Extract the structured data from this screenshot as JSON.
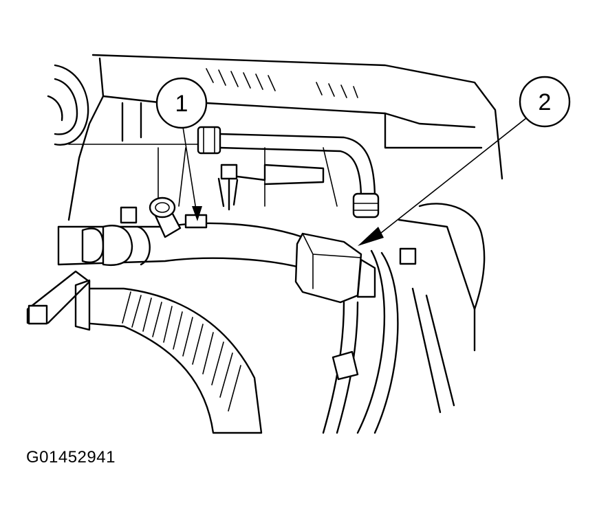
{
  "figure": {
    "id": "G01452941",
    "callouts": [
      {
        "number": "1"
      },
      {
        "number": "2"
      }
    ]
  },
  "colors": {
    "line": "#000000",
    "background": "#ffffff"
  }
}
